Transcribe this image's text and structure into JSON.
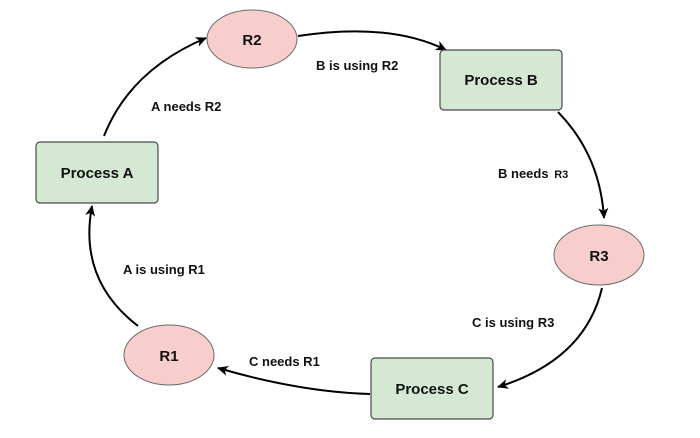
{
  "nodes": {
    "process_a": {
      "label": "Process A",
      "kind": "process"
    },
    "process_b": {
      "label": "Process B",
      "kind": "process"
    },
    "process_c": {
      "label": "Process C",
      "kind": "process"
    },
    "r1": {
      "label": "R1",
      "kind": "resource"
    },
    "r2": {
      "label": "R2",
      "kind": "resource"
    },
    "r3": {
      "label": "R3",
      "kind": "resource"
    }
  },
  "edges": {
    "a_needs_r2": {
      "label": "A needs R2",
      "from": "Process A",
      "to": "R2"
    },
    "b_using_r2": {
      "label": "B is using R2",
      "from": "R2",
      "to": "Process B"
    },
    "b_needs_r3": {
      "label": "B needs ",
      "label_suffix": "R3",
      "from": "Process B",
      "to": "R3"
    },
    "c_using_r3": {
      "label": "C is using R3",
      "from": "R3",
      "to": "Process C"
    },
    "c_needs_r1": {
      "label": "C needs R1",
      "from": "Process C",
      "to": "R1"
    },
    "a_using_r1": {
      "label": "A is using R1",
      "from": "R1",
      "to": "Process A"
    }
  },
  "colors": {
    "process_fill": "#d5e8d4",
    "process_stroke": "#4a4a4a",
    "resource_fill": "#f8cecc",
    "resource_stroke": "#6a6a6a",
    "edge": "#000000"
  }
}
